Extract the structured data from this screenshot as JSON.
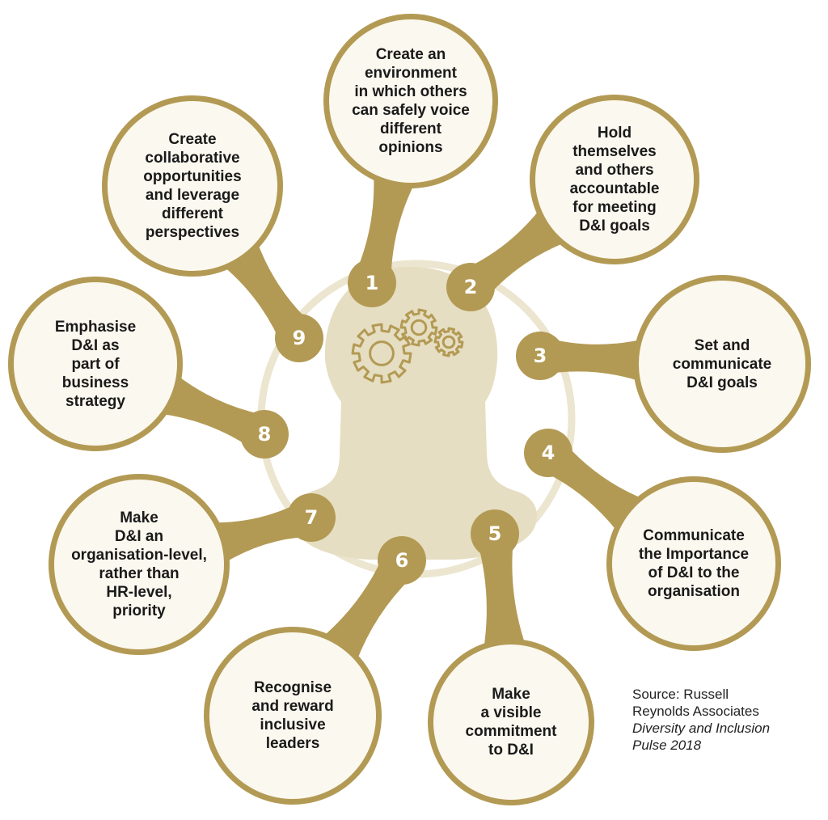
{
  "colors": {
    "gold": "#B39A54",
    "cream": "#FBF8EF",
    "head": "#E6DEC2",
    "ring": "#ECE5CF",
    "text": "#1a1a1a"
  },
  "icon": "gears-in-head-icon",
  "items": [
    {
      "number": "1",
      "text": "Create an\nenvironment\nin which others\ncan safely voice\ndifferent\nopinions"
    },
    {
      "number": "2",
      "text": "Hold\nthemselves\nand others\naccountable\nfor meeting\nD&I goals"
    },
    {
      "number": "3",
      "text": "Set and\ncommunicate\nD&I goals"
    },
    {
      "number": "4",
      "text": "Communicate\nthe Importance\nof D&I to the\norganisation"
    },
    {
      "number": "5",
      "text": "Make\na visible\ncommitment\nto D&I"
    },
    {
      "number": "6",
      "text": "Recognise\nand reward\ninclusive\nleaders"
    },
    {
      "number": "7",
      "text": "Make\nD&I an\norganisation-level,\nrather than\nHR-level,\npriority"
    },
    {
      "number": "8",
      "text": "Emphasise\nD&I as\npart of\nbusiness\nstrategy"
    },
    {
      "number": "9",
      "text": "Create\ncollaborative\nopportunities\nand leverage\ndifferent\nperspectives"
    }
  ],
  "source": {
    "line1": "Source: Russell",
    "line2": "Reynolds Associates",
    "line3": "Diversity and Inclusion",
    "line4": "Pulse 2018"
  }
}
